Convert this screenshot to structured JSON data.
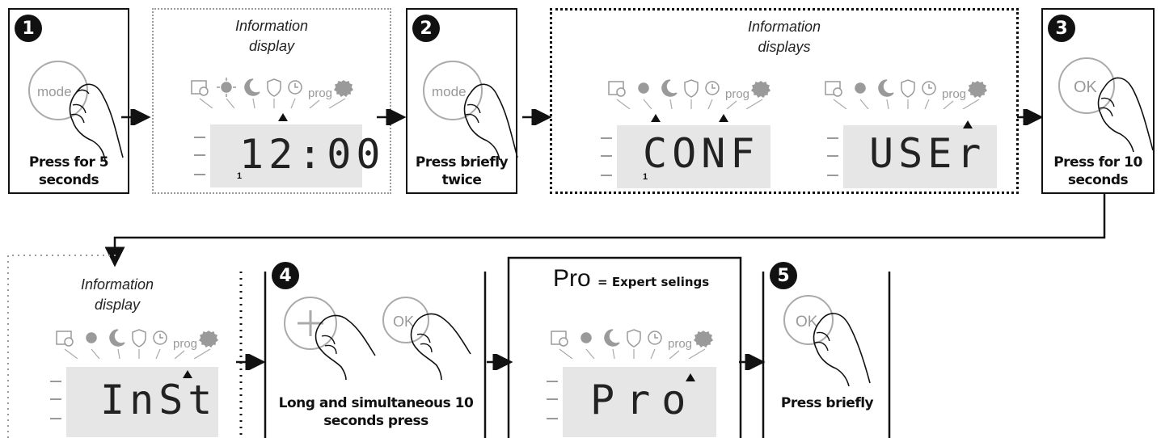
{
  "steps": [
    {
      "number": "1",
      "caption_line1": "Press for 5",
      "caption_line2": "seconds",
      "button": "mode"
    },
    {
      "number": "2",
      "caption_line1": "Press briefly",
      "caption_line2": "twice",
      "button": "mode"
    },
    {
      "number": "3",
      "caption_line1": "Press for 10",
      "caption_line2": "seconds",
      "button": "OK"
    },
    {
      "number": "4",
      "caption_line1": "Long and simultaneous 10",
      "caption_line2": "seconds press",
      "button_a": "+",
      "button_b": "OK"
    },
    {
      "number": "5",
      "caption_line1": "Press briefly",
      "button": "OK"
    }
  ],
  "info_display_1": {
    "line1": "Information",
    "line2": "display",
    "lcd_text": "12:00",
    "lcd_small": "1"
  },
  "info_displays_2": {
    "line1": "Information",
    "line2": "displays",
    "lcd_a_text": "CONF",
    "lcd_a_small": "1",
    "lcd_b_text": "USEr"
  },
  "info_display_3": {
    "line1": "Information",
    "line2": "display",
    "lcd_text": "InSt"
  },
  "pro_box": {
    "title_big": "Pro",
    "title_small": "= Expert selings",
    "lcd_text": "Pro"
  },
  "icons": {
    "prog_label": "prog"
  },
  "colors": {
    "border": "#111111",
    "lcd_bg": "#e6e6e6",
    "icon_gray": "#9a9a9a"
  }
}
